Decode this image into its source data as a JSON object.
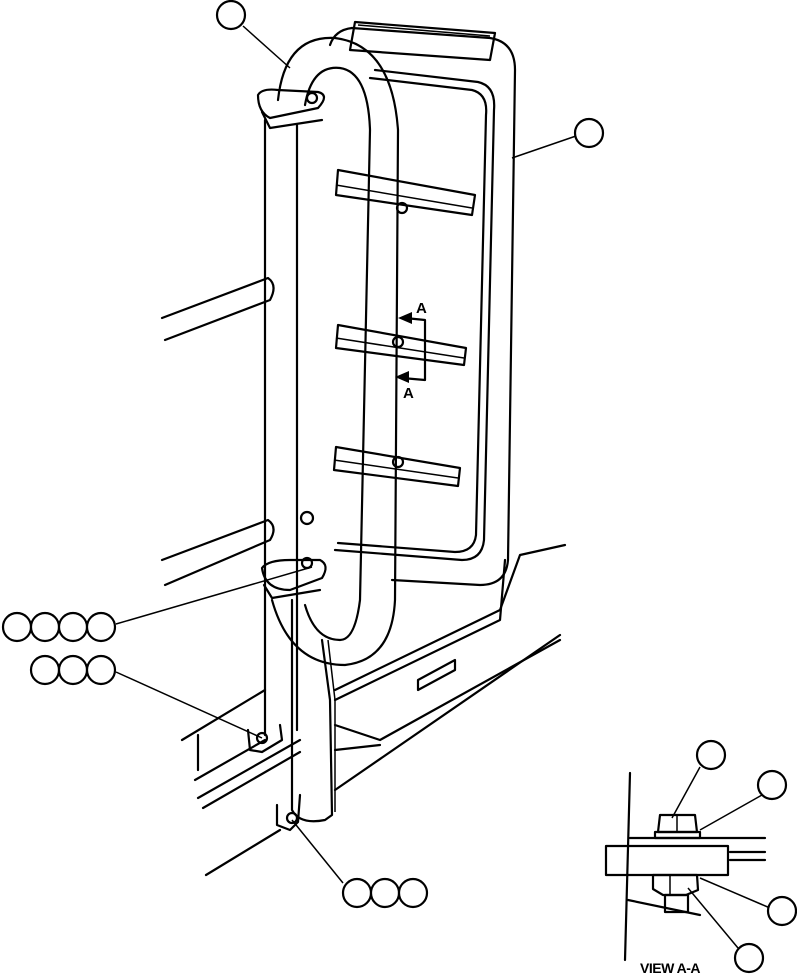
{
  "diagram": {
    "type": "exploded parts illustration",
    "subject": "Handrail and step ladder assembly",
    "section_marker": {
      "top_label": "A",
      "bottom_label": "A"
    },
    "detail_view": {
      "label": "VIEW A-A"
    },
    "callout_groups": [
      {
        "id": "handrail",
        "balloons": 1,
        "position": "top-left"
      },
      {
        "id": "step-ladder",
        "balloons": 1,
        "position": "top-right"
      },
      {
        "id": "upper-bracket-hardware",
        "balloons": 4,
        "position": "left-middle"
      },
      {
        "id": "lower-bracket-hardware",
        "balloons": 3,
        "position": "left-lower"
      },
      {
        "id": "bottom-mount-hardware",
        "balloons": 3,
        "position": "bottom-center"
      },
      {
        "id": "view-bolt",
        "balloons": 1,
        "position": "view-a-a top"
      },
      {
        "id": "view-washer-top",
        "balloons": 1,
        "position": "view-a-a upper-right"
      },
      {
        "id": "view-washer-bottom",
        "balloons": 1,
        "position": "view-a-a lower-right"
      },
      {
        "id": "view-nut",
        "balloons": 1,
        "position": "view-a-a bottom"
      }
    ]
  }
}
